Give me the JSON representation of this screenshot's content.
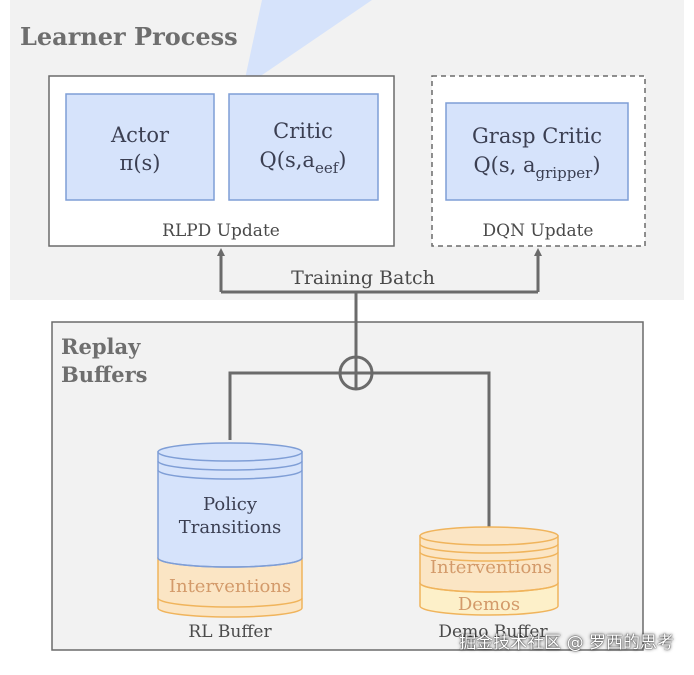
{
  "learner": {
    "title": "Learner Process",
    "actor": {
      "name": "Actor",
      "formula": "π(s)"
    },
    "critic": {
      "name": "Critic",
      "formula_main": "Q(s,a",
      "formula_sub": "eef",
      "formula_end": ")"
    },
    "rlpd_label": "RLPD Update",
    "grasp_critic": {
      "name": "Grasp Critic",
      "formula_main": "Q(s, a",
      "formula_sub": "gripper",
      "formula_end": ")"
    },
    "dqn_label": "DQN Update"
  },
  "training_batch_label": "Training Batch",
  "replay": {
    "title_line1": "Replay",
    "title_line2": "Buffers",
    "rl_buffer": {
      "policy_line1": "Policy",
      "policy_line2": "Transitions",
      "interventions": "Interventions",
      "label": "RL Buffer"
    },
    "demo_buffer": {
      "interventions": "Interventions",
      "demos": "Demos",
      "label": "Demo Buffer"
    }
  },
  "watermark": "掘金技术社区 @ 罗西的思考",
  "colors": {
    "panel_bg": "#f2f2f2",
    "box_fill": "#d6e3fb",
    "box_stroke": "#7f9ed6",
    "orange_fill": "#fbe5c4",
    "orange_stroke": "#f0b45c",
    "orange_text": "#d39a6a",
    "line": "#6b6b6b"
  }
}
